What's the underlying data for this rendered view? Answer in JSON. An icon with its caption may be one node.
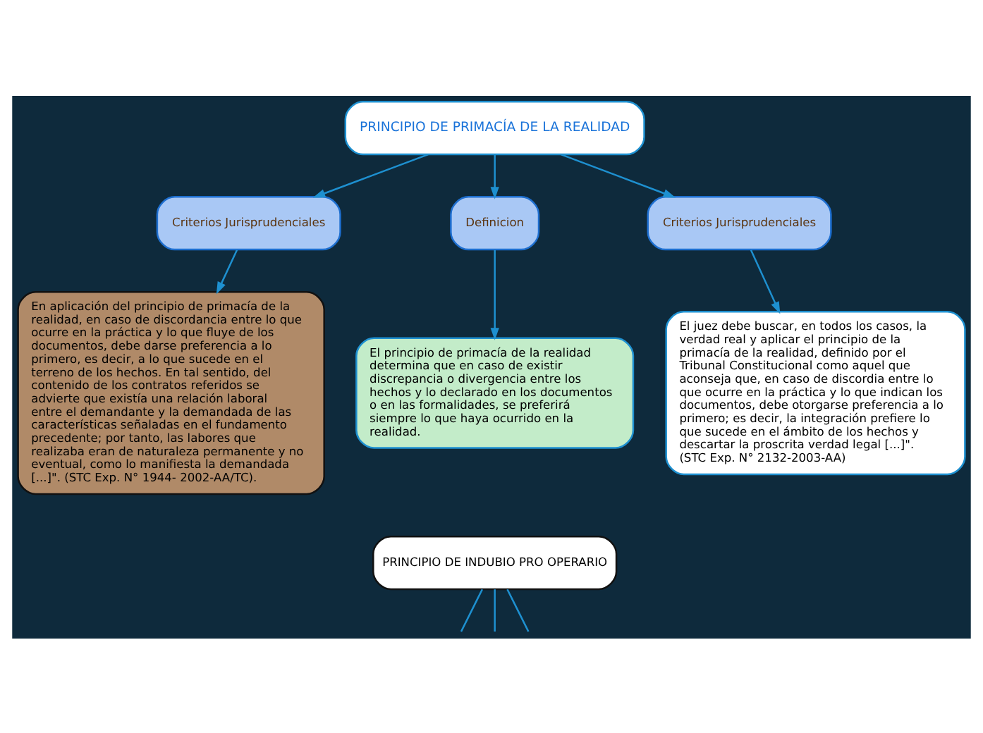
{
  "diagram": {
    "nodes": [
      {
        "text": [
          "PRINCIPIO DE PRIMACÍA DE LA REALIDAD"
        ]
      },
      {
        "text": [
          "Criterios Jurisprudenciales"
        ]
      },
      {
        "text": [
          "Definicion"
        ]
      },
      {
        "text": [
          "Criterios Jurisprudenciales"
        ]
      },
      {
        "text": [
          "En aplicación del principio de primacía de la realidad, en caso de discordancia entre lo que ocurre en la práctica y lo que fluye de los documentos, debe darse preferencia a lo primero, es decir, a lo que sucede en el terreno de los hechos. En tal sentido, del contenido de los contratos referidos se advierte que existía una relación laboral entre el demandante y la demandada de las características señaladas en el fundamento precedente; por tanto, las labores que realizaba eran de naturaleza permanente y no eventual, como lo manifiesta la demandada [...]\". (STC Exp. N° 1944- 2002-AA/TC)."
        ]
      },
      {
        "text": [
          "El principio de primacía de la realidad determina que en caso de existir discrepancia o divergencia entre los hechos y lo declarado en los documentos o en las formalidades, se preferirá siempre lo que haya ocurrido en la realidad."
        ]
      },
      {
        "text": [
          "El juez debe buscar, en todos los casos, la verdad real y aplicar el principio de la primacía de la realidad, definido por el Tribunal Constitucional como aquel que aconseja que, en caso de discordia entre lo que ocurre en la práctica y lo que indican los documentos, debe otorgarse preferencia a lo primero; es decir, la integración prefiere lo que sucede en el ámbito de los hechos y descartar la proscrita verdad legal [...]\". (STC Exp. N° 2132-2003-AA)"
        ]
      },
      {
        "text": [
          "PRINCIPIO DE INDUBIO PRO OPERARIO"
        ]
      }
    ],
    "edges": [
      {
        "from": 0,
        "to": 1,
        "arrow": "to"
      },
      {
        "from": 0,
        "to": 2,
        "arrow": "to"
      },
      {
        "from": 0,
        "to": 3,
        "arrow": "to"
      },
      {
        "from": 1,
        "to": 4,
        "arrow": "to"
      },
      {
        "from": 2,
        "to": 5,
        "arrow": "to"
      },
      {
        "from": 3,
        "to": 6,
        "arrow": "to"
      },
      {
        "from": 7,
        "to": null,
        "arrow": "none"
      },
      {
        "from": 7,
        "to": null,
        "arrow": "none"
      },
      {
        "from": 7,
        "to": null,
        "arrow": "none"
      }
    ]
  }
}
